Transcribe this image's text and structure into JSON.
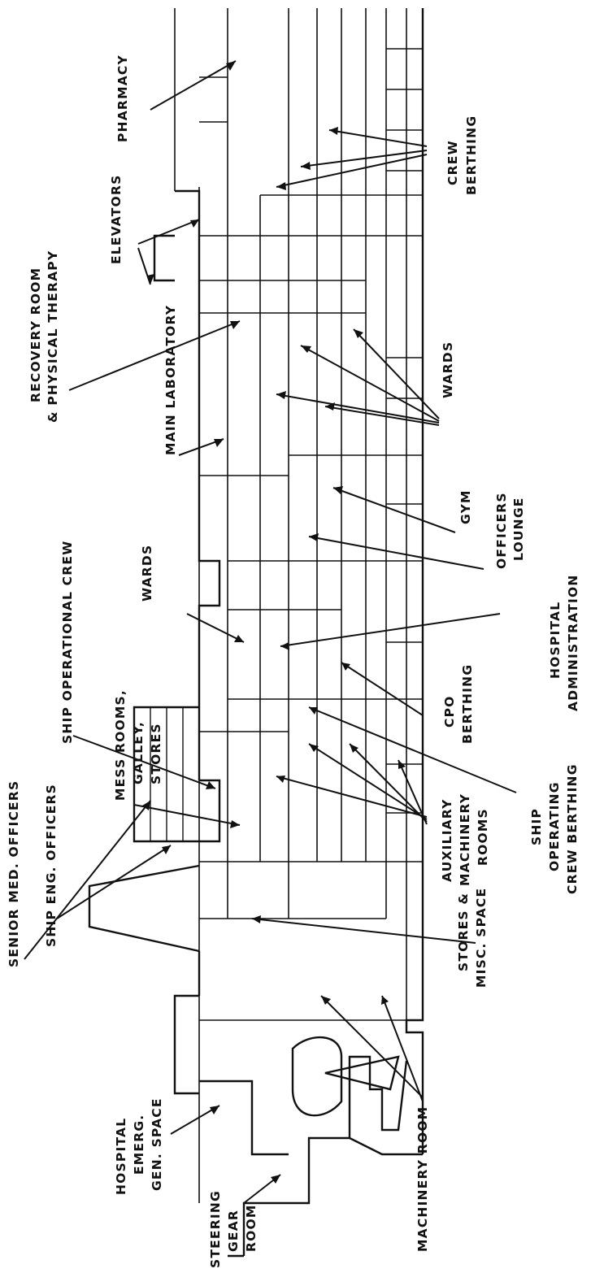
{
  "labels": {
    "pharmacy": "PHARMACY",
    "crew_berthing_1": "CREW",
    "crew_berthing_2": "BERTHING",
    "elevators": "ELEVATORS",
    "recovery_1": "RECOVERY ROOM",
    "recovery_2": "& PHYSICAL THERAPY",
    "wards_top": "WARDS",
    "main_lab": "MAIN LABORATORY",
    "gym": "GYM",
    "officers_1": "OFFICERS",
    "officers_2": "LOUNGE",
    "wards_left": "WARDS",
    "hosp_admin_1": "HOSPITAL",
    "hosp_admin_2": "ADMINISTRATION",
    "cpo_1": "CPO",
    "cpo_2": "BERTHING",
    "ship_op_crew": "SHIP OPERATIONAL CREW",
    "mess_1": "MESS ROOMS,",
    "mess_2": "GALLEY,",
    "mess_3": "STORES",
    "ship_operating_1": "SHIP",
    "ship_operating_2": "OPERATING",
    "ship_operating_3": "CREW BERTHING",
    "aux_1": "AUXILIARY",
    "aux_2": "MACHINERY",
    "aux_3": "ROOMS",
    "senior_med": "SENIOR MED. OFFICERS",
    "ship_eng": "SHIP ENG. OFFICERS",
    "stores_misc_1": "STORES &",
    "stores_misc_2": "MISC. SPACE",
    "machinery": "MACHINERY ROOM",
    "hosp_emerg_1": "HOSPITAL",
    "hosp_emerg_2": "EMERG.",
    "hosp_emerg_3": "GEN. SPACE",
    "steering_1": "STEERING",
    "steering_2": "GEAR",
    "steering_3": "ROOM"
  }
}
